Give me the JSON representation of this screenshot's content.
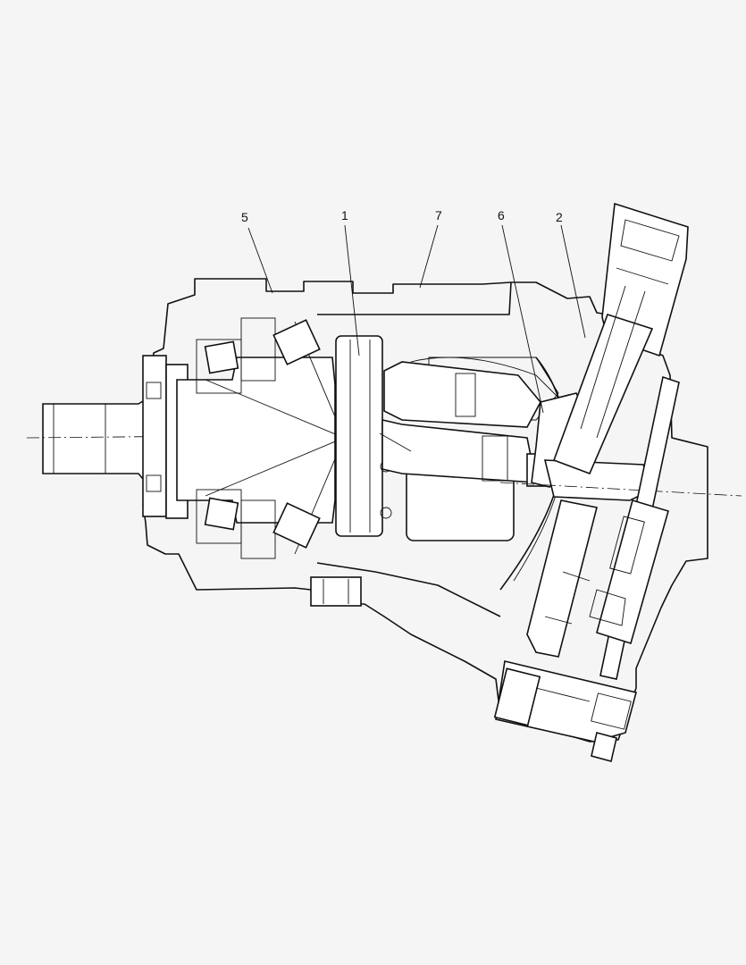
{
  "callouts": [
    {
      "label": "5"
    },
    {
      "label": "1"
    },
    {
      "label": "7"
    },
    {
      "label": "6"
    },
    {
      "label": "2"
    }
  ],
  "colors": {
    "background": "#f5f5f5",
    "line": "#111111",
    "part_fill": "#ffffff"
  }
}
